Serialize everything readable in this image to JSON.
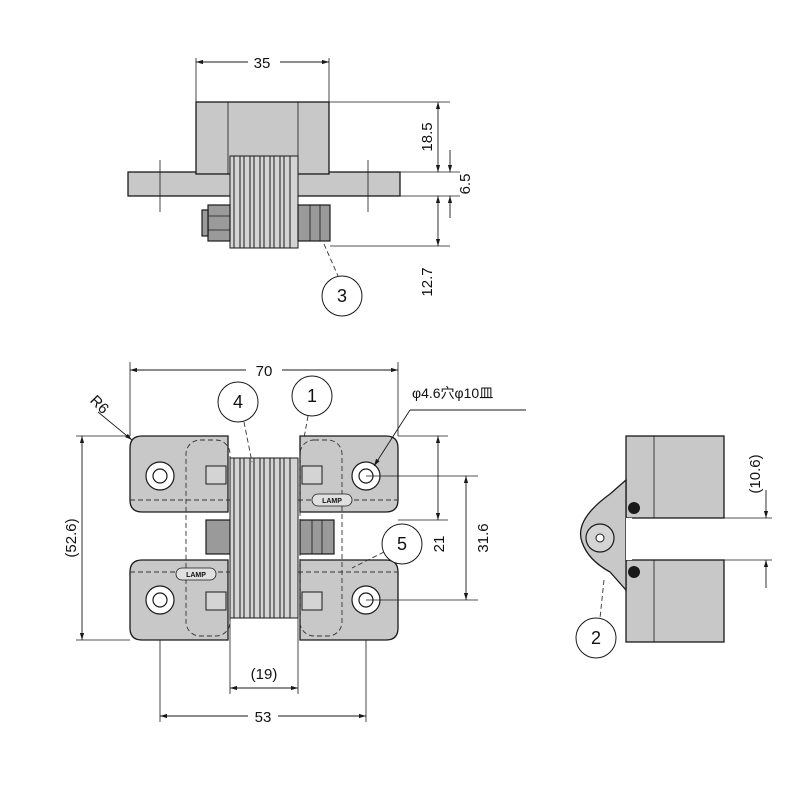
{
  "top_view": {
    "dim_width": "35",
    "dim_height_top": "18.5",
    "dim_flange": "6.5",
    "dim_depth": "12.7"
  },
  "front_view": {
    "dim_overall_width": "70",
    "dim_corner_radius": "R6",
    "dim_overall_height": "(52.6)",
    "dim_hole_spacing_v": "31.6",
    "dim_inner_height": "21",
    "dim_knuckle_width": "(19)",
    "dim_hole_spacing_h": "53",
    "hole_note": "φ4.6穴φ10皿",
    "logo_text": "LAMP"
  },
  "side_view": {
    "dim_gap": "(10.6)"
  },
  "balloons": {
    "b1": "1",
    "b2": "2",
    "b3": "3",
    "b4": "4",
    "b5": "5"
  },
  "colors": {
    "body": "#c8c8c8",
    "line": "#1a1a1a"
  }
}
